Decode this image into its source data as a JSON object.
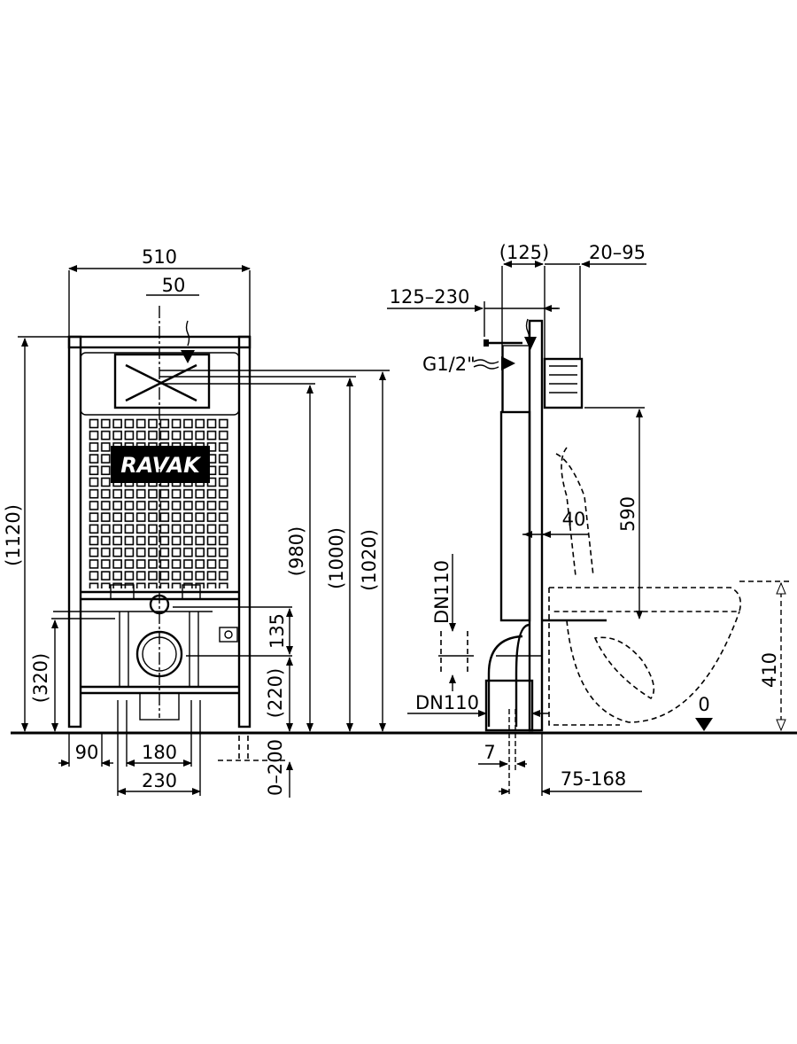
{
  "front_view": {
    "brand_logo": "RAVAK",
    "dimensions": {
      "width_total": "510",
      "flush_offset": "50",
      "height_total": "(1120)",
      "height_320": "(320)",
      "height_980": "(980)",
      "height_1000": "(1000)",
      "height_1020": "(1020)",
      "height_135": "135",
      "height_220": "(220)",
      "width_90": "90",
      "width_180": "180",
      "width_230": "230",
      "foot_adjust": "0–200"
    }
  },
  "side_view": {
    "dimensions": {
      "depth_125": "(125)",
      "plate_20_95": "20–95",
      "inlet_125_230": "125–230",
      "water_inlet": "G1/2\"",
      "height_590": "590",
      "depth_40": "40",
      "drain_dn110_vertical": "DN110",
      "drain_dn110_horizontal": "DN110",
      "offset_7": "7",
      "offset_75_168": "75-168",
      "bowl_height_410": "410",
      "floor_level": "0"
    }
  }
}
